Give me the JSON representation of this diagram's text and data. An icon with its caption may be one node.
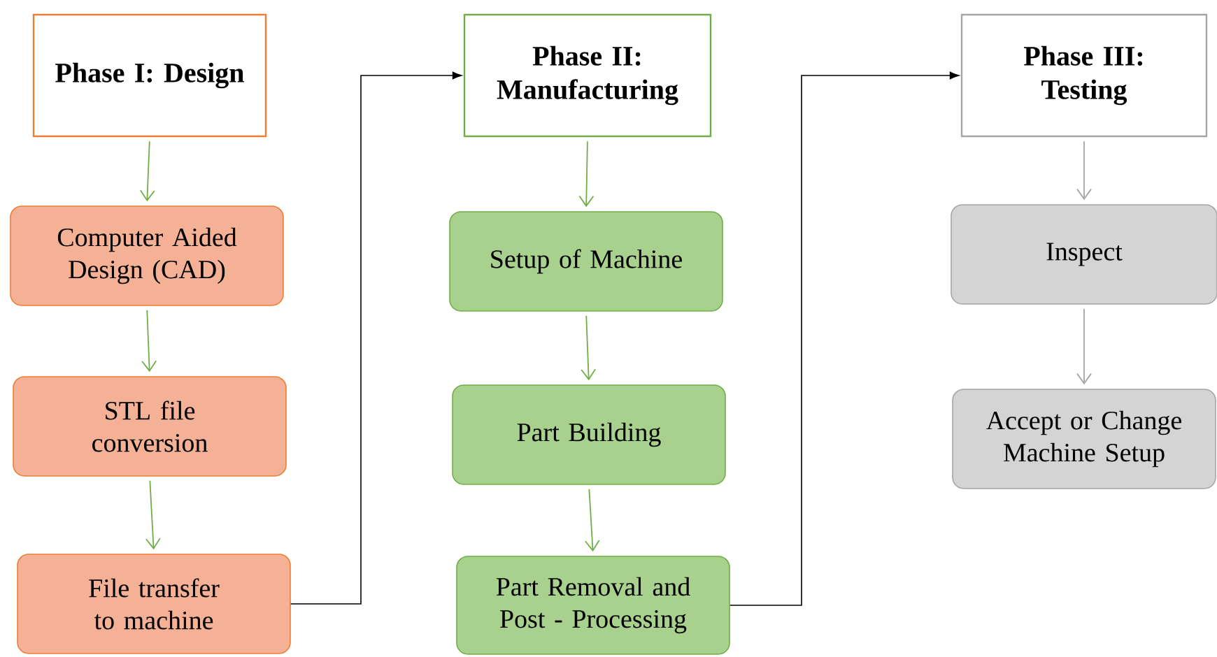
{
  "diagram": {
    "nodes": [
      {
        "text": [
          "Phase I: Design"
        ]
      },
      {
        "text": [
          "Computer Aided Design (CAD)"
        ]
      },
      {
        "text": [
          "STL file conversion"
        ]
      },
      {
        "text": [
          "File transfer to machine"
        ]
      },
      {
        "text": [
          "Phase II: Manufacturing"
        ]
      },
      {
        "text": [
          "Setup of Machine"
        ]
      },
      {
        "text": [
          "Part Building"
        ]
      },
      {
        "text": [
          "Part Removal and Post - Processing"
        ]
      },
      {
        "text": [
          "Phase III: Testing"
        ]
      },
      {
        "text": [
          "Inspect"
        ]
      },
      {
        "text": [
          "Accept or Change Machine Setup"
        ]
      }
    ],
    "edges": [
      {
        "from": 0,
        "to": 1,
        "arrow": "to"
      },
      {
        "from": 1,
        "to": 2,
        "arrow": "to"
      },
      {
        "from": 2,
        "to": 3,
        "arrow": "to"
      },
      {
        "from": 3,
        "to": 4,
        "arrow": "to",
        "color": "#000000"
      },
      {
        "from": 4,
        "to": 5,
        "arrow": "to"
      },
      {
        "from": 5,
        "to": 6,
        "arrow": "to"
      },
      {
        "from": 6,
        "to": 7,
        "arrow": "to"
      },
      {
        "from": 7,
        "to": 8,
        "arrow": "to",
        "color": "#000000"
      },
      {
        "from": 8,
        "to": 9,
        "arrow": "to",
        "color": "#a5a5a5"
      },
      {
        "from": 9,
        "to": 10,
        "arrow": "to",
        "color": "#a5a5a5"
      }
    ]
  }
}
